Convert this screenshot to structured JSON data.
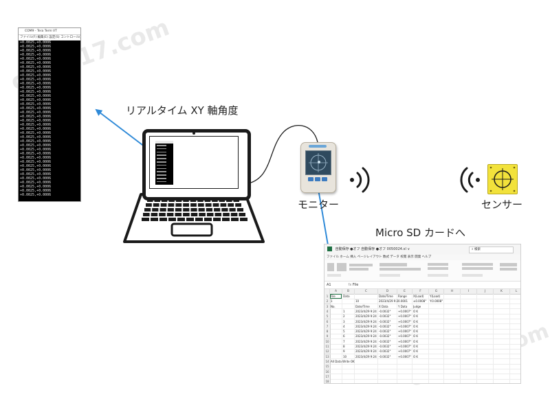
{
  "watermark": {
    "text": "chem17.com"
  },
  "terminal": {
    "title": "COM9 - Tera Term VT",
    "menu": "ファイル(F)  編集(E)  設定(S)  コントロール(O)",
    "lines": [
      "+0.0025,+0.0006",
      "+0.0025,+0.0006",
      "+0.0025,+0.0006",
      "+0.0025,+0.0006",
      "+0.0025,+0.0006",
      "+0.0025,+0.0006",
      "+0.0025,+0.0006",
      "+0.0025,+0.0006",
      "+0.0025,+0.0006",
      "+0.0025,+0.0006",
      "+0.0025,+0.0006",
      "+0.0025,+0.0006",
      "+0.0025,+0.0006",
      "+0.0025,+0.0006",
      "+0.0025,+0.0006",
      "+0.0025,+0.0006",
      "+0.0025,+0.0006",
      "+0.0025,+0.0006",
      "+0.0025,+0.0006",
      "+0.0025,+0.0006",
      "+0.0025,+0.0006",
      "+0.0025,+0.0006",
      "+0.0025,+0.0006",
      "+0.0025,+0.0006",
      "+0.0025,+0.0006",
      "+0.0025,+0.0006",
      "+0.0025,+0.0006",
      "+0.0025,+0.0006",
      "+0.0025,+0.0006",
      "+0.0025,+0.0006",
      "+0.0025,+0.0006",
      "+0.0025,+0.0006",
      "+0.0025,+0.0006",
      "+0.0025,+0.0006",
      "+0.0025,+0.0006",
      "+0.0025,+0.0006",
      "+0.0025,+0.0006",
      "+0.0025,+0.0006"
    ]
  },
  "labels": {
    "realtime": "リアルタイム XY 軸角度",
    "monitor": "モニター",
    "sensor": "センサー",
    "sdcard": "Micro SD カードへ"
  },
  "colors": {
    "arrow": "#2f8ad8",
    "laptop": "#1a1a1a",
    "sensor": "#f2e23b"
  },
  "spreadsheet": {
    "titlebar": "自動保存  ●オフ   自動保存 ●オフ   0050024.xl ∨",
    "search": "検索",
    "tabs": "ファイル  ホーム  挿入  ページレイアウト  数式  データ  校閲  表示  開発  ヘルプ",
    "name_box": "A1",
    "formula": "File",
    "columns": [
      "A",
      "B",
      "C",
      "D",
      "E",
      "F",
      "G",
      "H",
      "I",
      "J",
      "K",
      "L"
    ],
    "rows": [
      [
        "File",
        "Data",
        "",
        "Date/Time",
        "Range",
        "X(Load)",
        "Y(Load)"
      ],
      [
        "1",
        "",
        "10",
        "2023/4/29 9:24",
        "0.0001",
        "±0.0008°",
        "Y:0.0008°"
      ],
      [
        "No.",
        "",
        "Date/Time",
        "X Data",
        "Y Data",
        "Judge",
        ""
      ],
      [
        "",
        "1",
        "2023/4/29 9:24",
        "-0.0032°",
        "+0.0007°",
        "O K",
        ""
      ],
      [
        "",
        "2",
        "2023/4/29 9:24",
        "-0.0032°",
        "+0.0007°",
        "O K",
        ""
      ],
      [
        "",
        "3",
        "2023/4/29 9:24",
        "-0.0032°",
        "+0.0007°",
        "O K",
        ""
      ],
      [
        "",
        "4",
        "2023/4/29 9:24",
        "-0.0032°",
        "+0.0007°",
        "O K",
        ""
      ],
      [
        "",
        "5",
        "2023/4/29 9:24",
        "-0.0032°",
        "+0.0007°",
        "O K",
        ""
      ],
      [
        "",
        "6",
        "2023/4/29 9:24",
        "-0.0032°",
        "+0.0007°",
        "O K",
        ""
      ],
      [
        "",
        "7",
        "2023/4/29 9:24",
        "-0.0032°",
        "+0.0007°",
        "O K",
        ""
      ],
      [
        "",
        "8",
        "2023/4/29 9:24",
        "-0.0032°",
        "+0.0007°",
        "O K",
        ""
      ],
      [
        "",
        "9",
        "2023/4/29 9:24",
        "-0.0032°",
        "+0.0007°",
        "O K",
        ""
      ],
      [
        "",
        "10",
        "2023/4/29 9:24",
        "-0.0032°",
        "+0.0007°",
        "O K",
        ""
      ],
      [
        "All Data Write OK",
        "",
        "",
        "",
        "",
        "",
        ""
      ],
      [
        "",
        "",
        "",
        "",
        "",
        "",
        ""
      ],
      [
        "",
        "",
        "",
        "",
        "",
        "",
        ""
      ],
      [
        "",
        "",
        "",
        "",
        "",
        "",
        ""
      ],
      [
        "",
        "",
        "",
        "",
        "",
        "",
        ""
      ]
    ]
  }
}
